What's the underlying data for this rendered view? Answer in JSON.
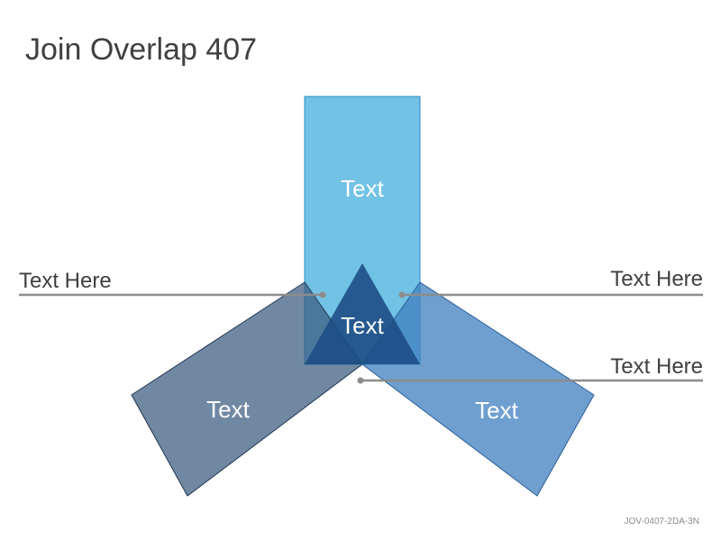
{
  "title": "Join Overlap 407",
  "code": "JOV-0407-2DA-3N",
  "colors": {
    "top_bar": "#4fb3e0",
    "left_bar": "#3a5a80",
    "right_bar": "#3f7fbf",
    "center": "#1d4e85",
    "line": "#8c8c8c"
  },
  "shapes": {
    "top_label": "Text",
    "left_label": "Text",
    "right_label": "Text",
    "center_label": "Text"
  },
  "callouts": {
    "left": "Text Here",
    "right_top": "Text Here",
    "right_bottom": "Text Here"
  }
}
